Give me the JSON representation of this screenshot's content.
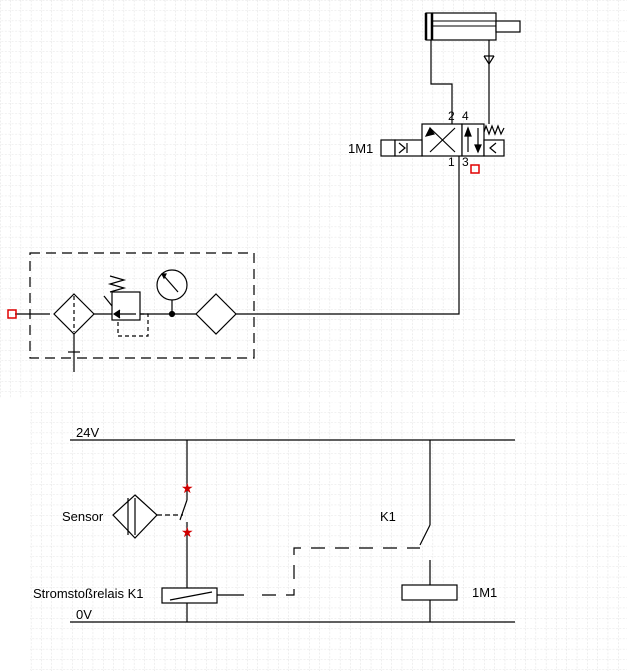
{
  "pneumatic": {
    "valve_label": "1M1",
    "port_2": "2",
    "port_4": "4",
    "port_1": "1",
    "port_3": "3"
  },
  "electrical": {
    "rail_top": "24V",
    "rail_bottom": "0V",
    "sensor_label": "Sensor",
    "relay_label": "Stromstoßrelais K1",
    "contact_label": "K1",
    "coil_label": "1M1"
  },
  "colors": {
    "grid": "#c8c8c8",
    "line": "#000000",
    "port_marker": "#e00000",
    "star": "#d00000"
  }
}
